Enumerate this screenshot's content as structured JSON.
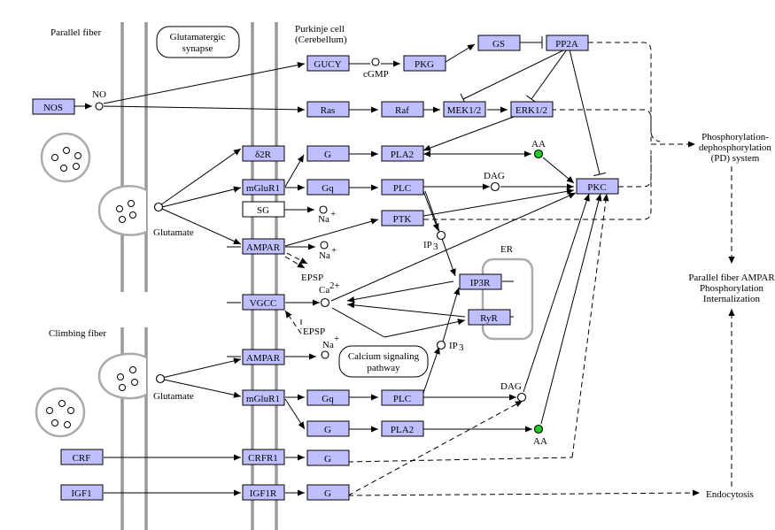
{
  "labels": {
    "parallel_fiber": "Parallel fiber",
    "climbing_fiber": "Climbing fiber",
    "glutamatergic_synapse_1": "Glutamatergic",
    "glutamatergic_synapse_2": "synapse",
    "purkinje_1": "Purkinje cell",
    "purkinje_2": "(Cerebellum)",
    "glutamate_top": "Glutamate",
    "glutamate_bottom": "Glutamate",
    "calcium_1": "Calcium signaling",
    "calcium_2": "pathway",
    "er": "ER",
    "epsp_top": "EPSP",
    "epsp_bottom": "EPSP",
    "pd_1": "Phosphorylation-",
    "pd_2": "dephosphorylation",
    "pd_3": "(PD) system",
    "ampar_1": "Parallel fiber AMPAR",
    "ampar_2": "Phosphorylation",
    "ampar_3": "Internalization",
    "endocytosis": "Endocytosis"
  },
  "nodes": {
    "nos": "NOS",
    "gucy": "GUCY",
    "pkg": "PKG",
    "gs": "GS",
    "pp2a": "PP2A",
    "ras": "Ras",
    "raf": "Raf",
    "mek": "MEK1/2",
    "erk": "ERK1/2",
    "d2r": "δ2R",
    "g1": "G",
    "pla2_1": "PLA2",
    "mglur1_1": "mGluR1",
    "gq1": "Gq",
    "plc1": "PLC",
    "sg": "SG",
    "ptk": "PTK",
    "ampar1": "AMPAR",
    "vgcc": "VGCC",
    "ip3r": "IP3R",
    "ryr": "RyR",
    "pkc": "PKC",
    "ampar2": "AMPAR",
    "mglur1_2": "mGluR1",
    "gq2": "Gq",
    "plc2": "PLC",
    "g2": "G",
    "pla2_2": "PLA2",
    "crf": "CRF",
    "crfr1": "CRFR1",
    "g3": "G",
    "igf1": "IGF1",
    "igf1r": "IGF1R",
    "g4": "G"
  },
  "compounds": {
    "no": "NO",
    "cgmp": "cGMP",
    "aa_top": "AA",
    "dag_top": "DAG",
    "na1": "Na",
    "na2": "Na",
    "na3": "Na",
    "ca": "Ca",
    "ip3_top": "IP",
    "ip3_bottom": "IP",
    "dag_bottom": "DAG",
    "aa_bottom": "AA"
  },
  "colors": {
    "gene_fill": "#bfbfff",
    "membrane": "#999999",
    "compound_green": "#22cc22"
  }
}
